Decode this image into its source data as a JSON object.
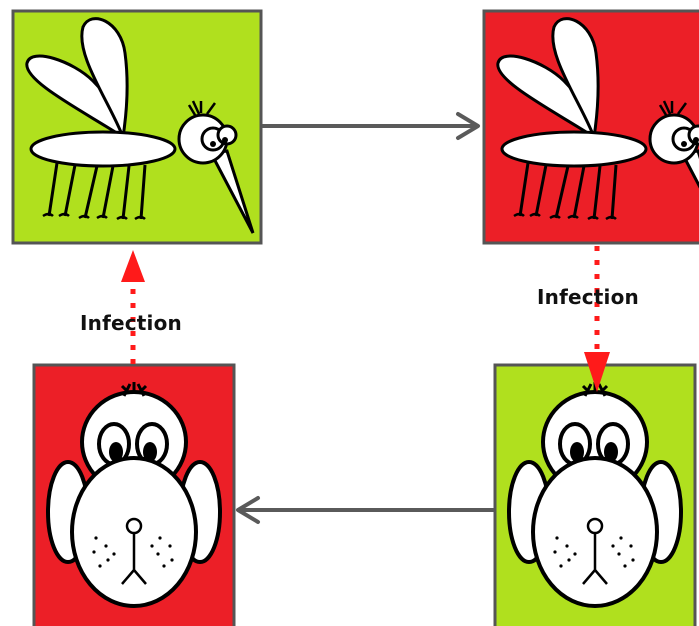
{
  "labels": {
    "left_infection": "Infection",
    "right_infection": "Infection"
  },
  "panels": [
    {
      "subject": "mosquito",
      "status": "uninfected",
      "color": "#b0e01e"
    },
    {
      "subject": "mosquito",
      "status": "infected",
      "color": "#ec1f27"
    },
    {
      "subject": "bird",
      "status": "uninfected",
      "color": "#b0e01e"
    },
    {
      "subject": "bird",
      "status": "infected",
      "color": "#ec1f27"
    }
  ],
  "colors": {
    "healthy": "#b0e01e",
    "infected": "#ec1f27",
    "border": "#555555",
    "arrow": "#5a5a5a",
    "infection_arrow": "#ff1a1a"
  }
}
